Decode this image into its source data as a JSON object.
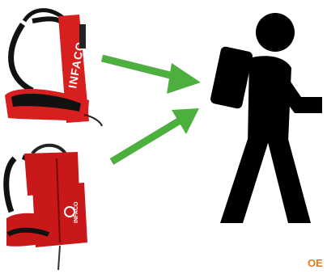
{
  "harness_top": {
    "brand_text": "INFACO",
    "color": "#d81f1f"
  },
  "harness_bottom": {
    "brand_text": "INFACO",
    "color": "#c8181a"
  },
  "arrows": {
    "color": "#4caf3e"
  },
  "figure": {
    "color": "#000000"
  },
  "corner_text": "OE",
  "colors": {
    "background": "#ffffff",
    "corner_text": "#e07a1a"
  }
}
